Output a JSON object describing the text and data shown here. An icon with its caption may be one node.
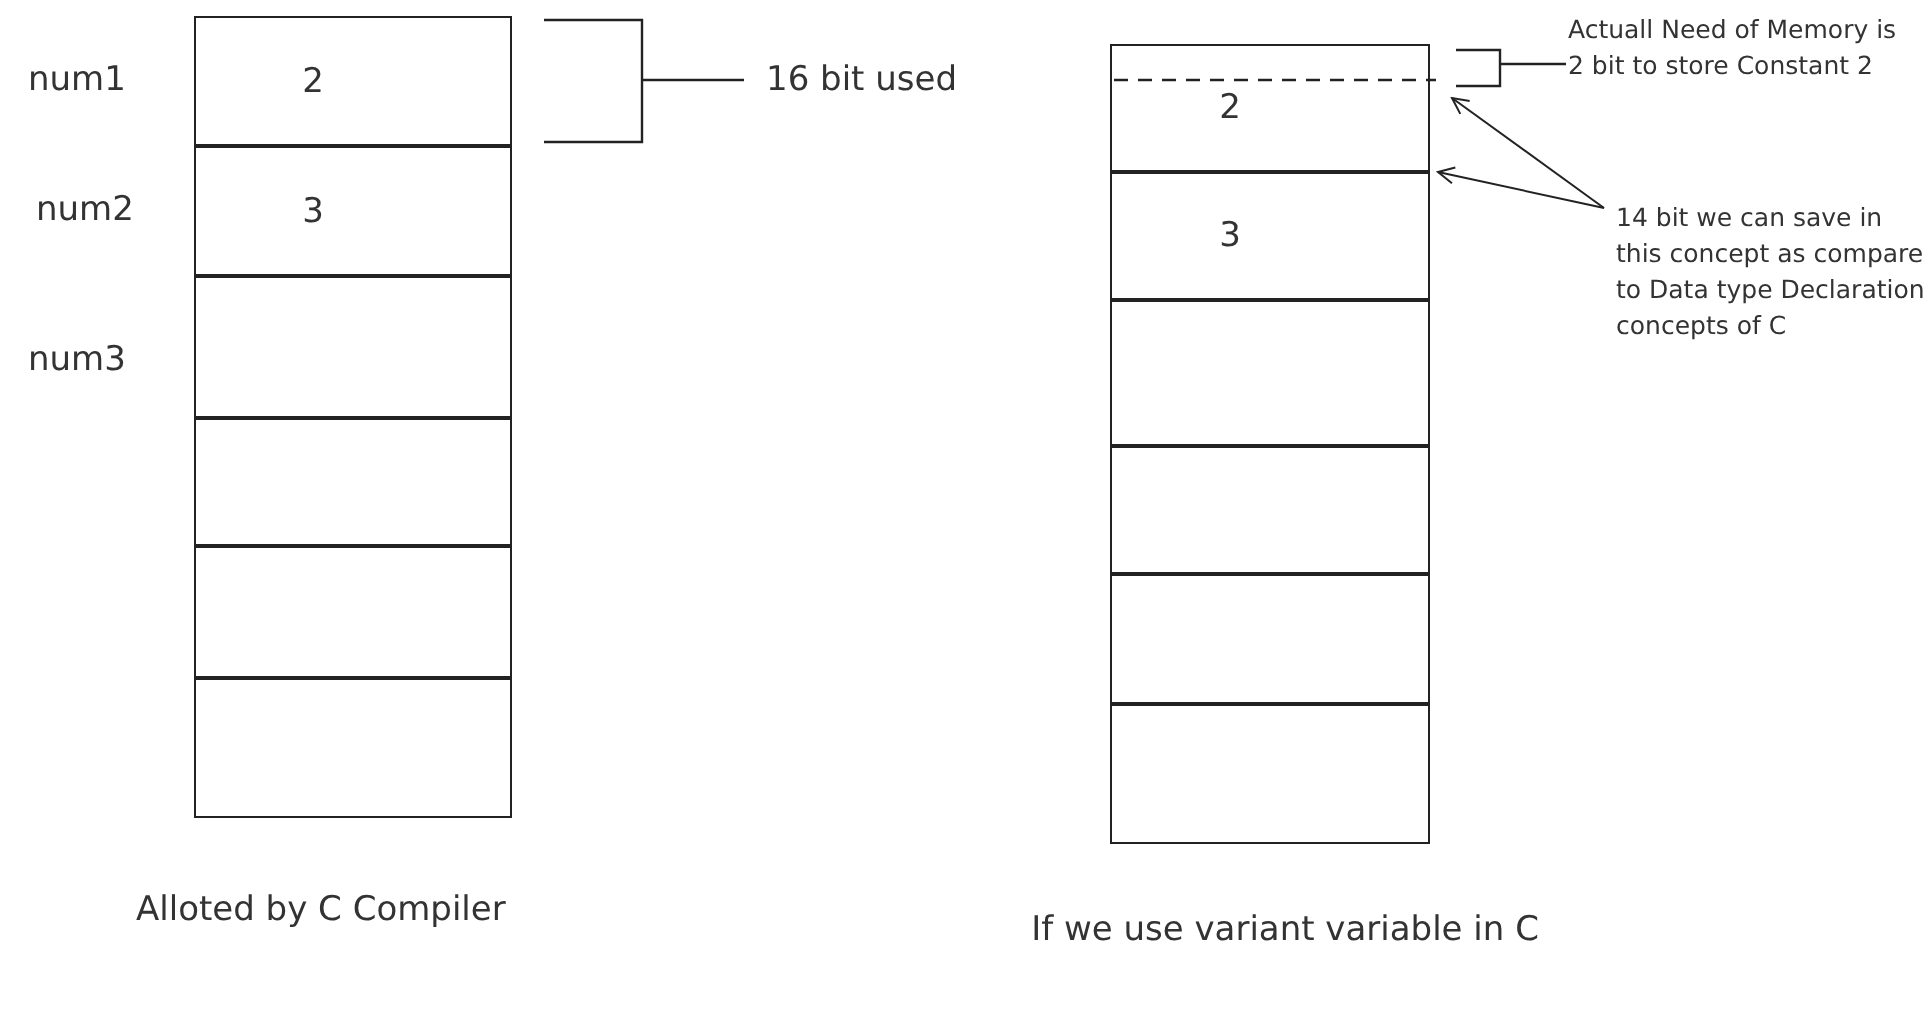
{
  "diagram": {
    "nodes": [
      {
        "text": [
          "2"
        ],
        "beside": [
          "num1"
        ]
      },
      {
        "text": [
          "3"
        ],
        "beside": [
          "num2"
        ]
      },
      {
        "text": [],
        "shape": "box",
        "beside": [
          "num3"
        ]
      },
      {
        "text": [],
        "shape": "box"
      },
      {
        "text": [],
        "shape": "box"
      },
      {
        "text": [],
        "shape": "box"
      },
      {
        "text": [
          "2"
        ]
      },
      {
        "text": [
          "3"
        ]
      },
      {
        "text": [],
        "shape": "box"
      },
      {
        "text": [],
        "shape": "box"
      },
      {
        "text": [],
        "shape": "box"
      },
      {
        "text": [],
        "shape": "box"
      },
      {
        "text": [
          "14 bit we can save in this concept as compare to Data type Declaration concepts of C"
        ]
      }
    ],
    "edges": [
      {
        "from": 12,
        "to": 6,
        "arrow": "to"
      },
      {
        "from": 12,
        "to": 6,
        "arrow": "to"
      }
    ],
    "labels": [
      "16 bit used",
      "Actuall Need of Memory is 2 bit to store Constant 2",
      "Alloted by C Compiler",
      "If we use variant variable in C"
    ]
  }
}
